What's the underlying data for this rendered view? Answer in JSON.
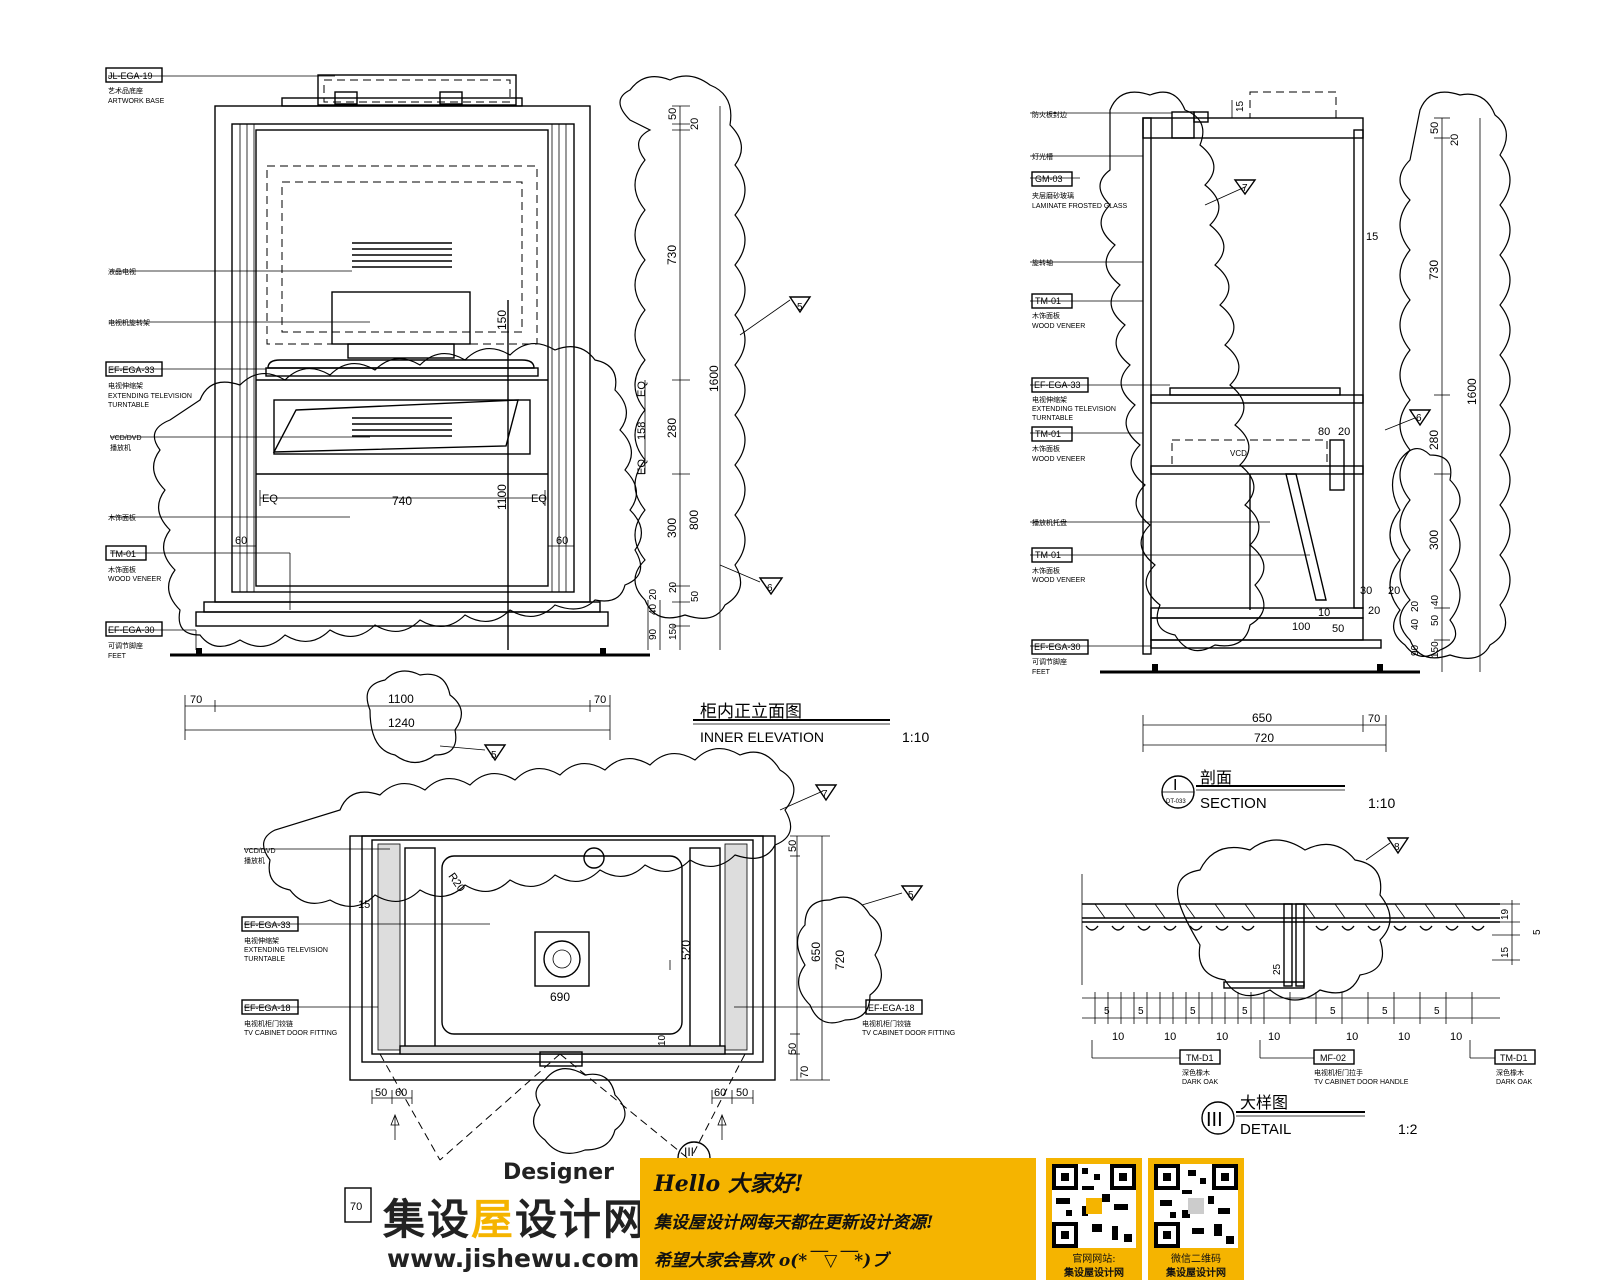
{
  "tags": {
    "jl19": "JL-EGA-19",
    "ef33": "EF-EGA-33",
    "tm01": "TM-01",
    "ef30": "EF-EGA-30",
    "gm03": "GM-03",
    "ef18": "EF-EGA-18",
    "mf02": "MF-02",
    "tm_d1": "TM-D1"
  },
  "notes": {
    "artwork_cn": "艺术品底座",
    "artwork_en": "ARTWORK BASE",
    "tv_cn": "液晶电视",
    "tv_bracket_cn": "电视机旋转架",
    "extending_cn": "电视伸缩架",
    "extending_en": "EXTENDING TELEVISION",
    "turntable_en": "TURNTABLE",
    "vcd": "VCD/DVD",
    "vcd_cn": "播放机",
    "wine_cn": "木饰面板",
    "wood_cn": "木饰面板",
    "wood_en": "WOOD VENEER",
    "feet_cn": "可调节脚座",
    "feet_en": "FEET",
    "glass_en": "LAMINATE FROSTED GLASS",
    "glass_cn": "夹层磨砂玻璃",
    "fire_cn": "防火板封边",
    "light_cn": "灯光槽",
    "rotate_cn": "旋转轴",
    "vcd_support_cn": "播放机托盘",
    "door_cn": "电视机柜门铰链",
    "door_en": "TV CABINET DOOR FITTING",
    "dark_oak_en": "DARK OAK",
    "dark_oak_cn": "深色橡木",
    "handle_en": "TV CABINET DOOR HANDLE",
    "handle_cn": "电视机柜门拉手",
    "vcd_box": "VCD",
    "r20": "R20"
  },
  "titles": {
    "inner_cn": "柜内正立面图",
    "inner_en": "INNER ELEVATION",
    "inner_scale": "1:10",
    "section_cn": "剖面",
    "section_en": "SECTION",
    "section_scale": "1:10",
    "section_mark": "I",
    "section_ref": "DT-033",
    "detail_cn": "大样图",
    "detail_en": "DETAIL",
    "detail_scale": "1:2",
    "detail_mark": "III"
  },
  "dims": {
    "d50": "50",
    "d20": "20",
    "d730": "730",
    "d150": "150",
    "d1600": "1600",
    "eq": "EQ",
    "d158": "158",
    "d280": "280",
    "d740": "740",
    "d1100": "1100",
    "d300": "300",
    "d800": "800",
    "d60": "60",
    "d40": "40",
    "d90": "90",
    "d70": "70",
    "d1240": "1240",
    "d15": "15",
    "d80": "80",
    "d650": "650",
    "d720": "720",
    "d100": "100",
    "d30": "30",
    "d520": "520",
    "d690": "690",
    "d10": "10",
    "d5": "5",
    "d25": "25",
    "d19": "19"
  },
  "revs": {
    "r5": "5",
    "r6": "6",
    "r7": "7",
    "r8": "8"
  },
  "banner": {
    "line1": "Hello 大家好!",
    "line2": "集设屋设计网每天都在更新设计资源!",
    "line3": "希望大家会喜欢 o(*￣▽￣*)ブ"
  },
  "logo": {
    "designer": "Designer",
    "name_a": "集设",
    "name_b": "屋",
    "name_c": "设计网",
    "url": "www.jishewu.com"
  },
  "qr": {
    "site_label": "官网网站:",
    "site_name": "集设屋设计网",
    "wechat_label": "微信二维码",
    "wechat_name": "集设屋设计网"
  },
  "colors": {
    "banner": "#f5b400",
    "logo_accent": "#f5b400",
    "ink": "#000000"
  }
}
